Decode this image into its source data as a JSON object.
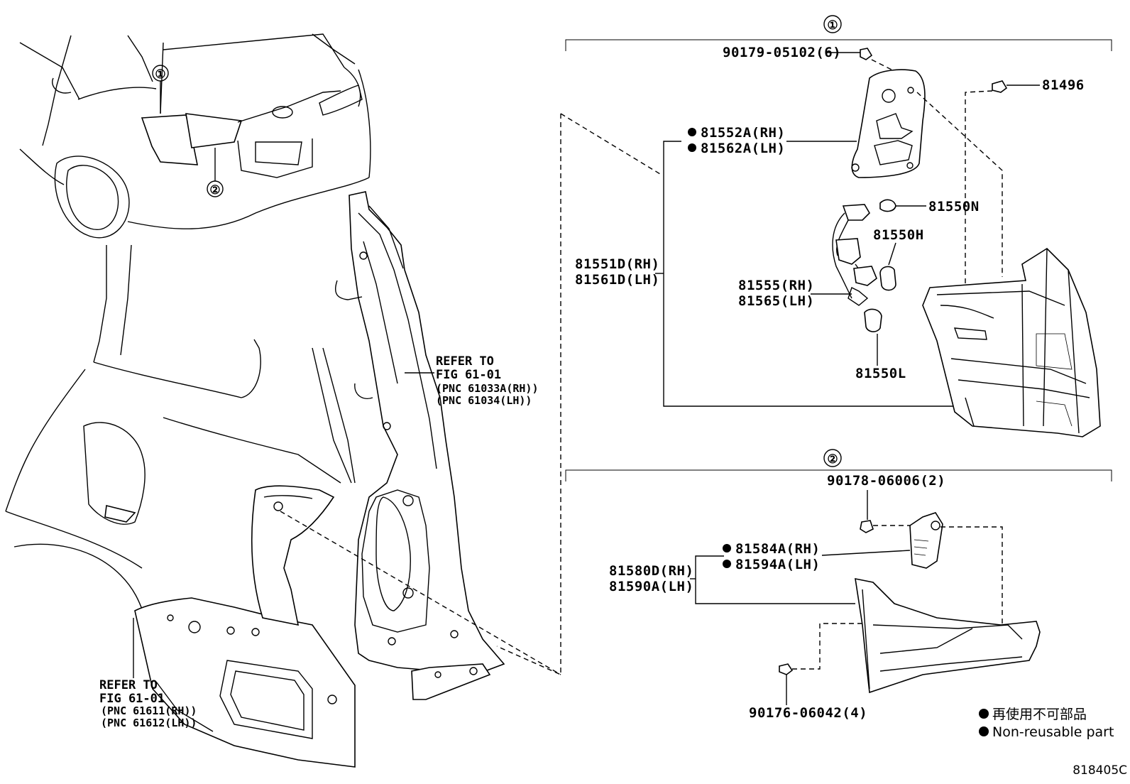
{
  "callouts": {
    "one": "①",
    "two": "②"
  },
  "group1": {
    "screw": "90179-05102(6)",
    "clip": "81496",
    "gasket_rh": "81552A(RH)",
    "gasket_lh": "81562A(LH)",
    "lamp_assy_rh": "81551D(RH)",
    "lamp_assy_lh": "81561D(LH)",
    "bulb_n": "81550N",
    "bulb_h": "81550H",
    "socket_rh": "81555(RH)",
    "socket_lh": "81565(LH)",
    "bulb_l": "81550L"
  },
  "group2": {
    "screw": "90178-06006(2)",
    "gasket_rh": "81584A(RH)",
    "gasket_lh": "81594A(LH)",
    "lamp_assy_rh": "81580D(RH)",
    "lamp_assy_lh": "81590A(LH)",
    "nut": "90176-06042(4)"
  },
  "refer_upper": {
    "line1": "REFER TO",
    "line2": "FIG 61-01",
    "line3": "(PNC 61033A(RH))",
    "line4": "(PNC 61034(LH))"
  },
  "refer_lower": {
    "line1": "REFER TO",
    "line2": "FIG 61-01",
    "line3": "(PNC 61611(RH))",
    "line4": "(PNC 61612(LH))"
  },
  "legend": {
    "line1": "再使用不可部品",
    "line2": "Non-reusable part"
  },
  "diagram_code": "818405C"
}
